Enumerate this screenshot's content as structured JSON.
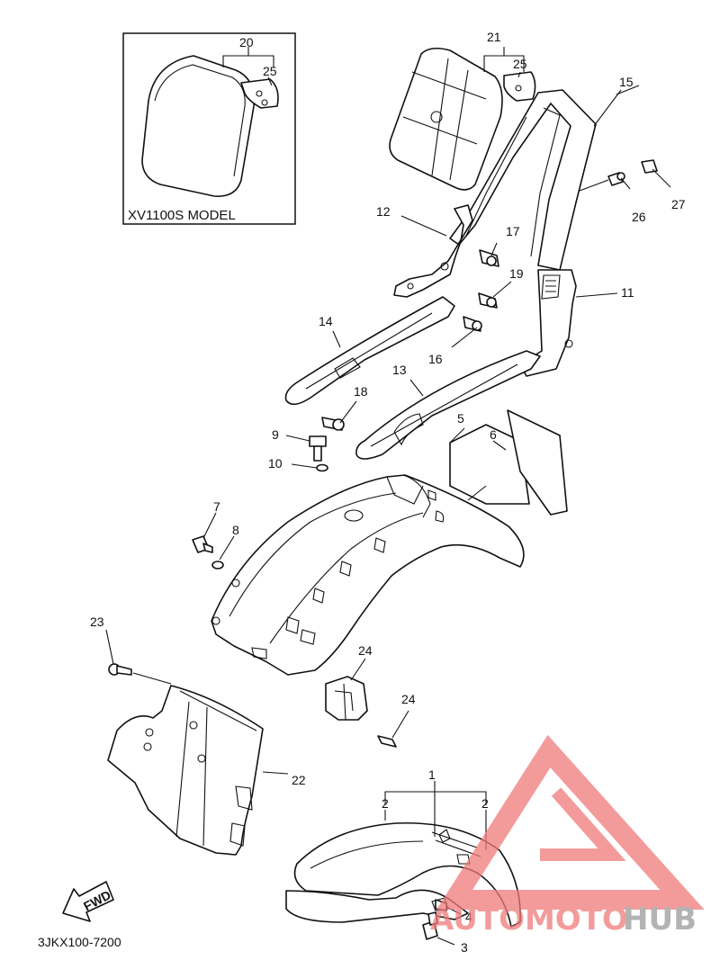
{
  "inset": {
    "label": "XV1100S MODEL"
  },
  "callouts": [
    "1",
    "2",
    "2",
    "3",
    "4",
    "5",
    "6",
    "7",
    "8",
    "9",
    "10",
    "11",
    "12",
    "13",
    "14",
    "15",
    "16",
    "17",
    "18",
    "19",
    "20",
    "21",
    "22",
    "23",
    "24",
    "24",
    "25",
    "25",
    "26",
    "27"
  ],
  "fwd_label": "FWD",
  "diagram_code": "3JKX100-7200",
  "watermark": {
    "part1": "AUTOMOTO",
    "part2": "HUB",
    "color1": "#f07a7a",
    "color2": "#9a9a9a"
  }
}
